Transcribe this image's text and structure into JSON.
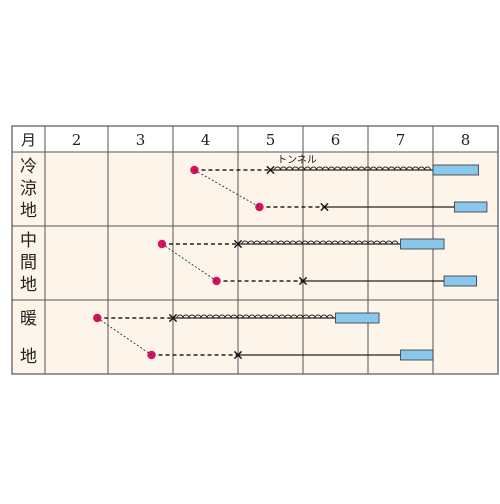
{
  "header": {
    "corner_label": "月",
    "months": [
      "2",
      "3",
      "4",
      "5",
      "6",
      "7",
      "8"
    ]
  },
  "regions": [
    {
      "name_chars": [
        "冷",
        "涼",
        "地"
      ]
    },
    {
      "name_chars": [
        "中",
        "間",
        "地"
      ]
    },
    {
      "name_chars": [
        "暖",
        "地"
      ]
    }
  ],
  "annotation": {
    "label": "トンネル"
  },
  "legend_colors": {
    "sow_dot": "#d4145a",
    "harvest_bar": "#89c8ec",
    "cell_bg": "#fdf4ea",
    "header_bg": "#ffffff",
    "grid": "#555555"
  },
  "schedules": [
    {
      "region": 0,
      "sow": 4.33,
      "plant": 5.5,
      "tunnel_until": 8.0,
      "harvest": [
        8.0,
        8.7
      ]
    },
    {
      "region": 0,
      "sow": 5.33,
      "plant": 6.33,
      "tunnel_until": null,
      "harvest": [
        8.33,
        8.83
      ]
    },
    {
      "region": 1,
      "sow": 3.83,
      "plant": 5.0,
      "tunnel_until": 7.5,
      "harvest": [
        7.5,
        8.17
      ]
    },
    {
      "region": 1,
      "sow": 4.67,
      "plant": 6.0,
      "tunnel_until": null,
      "harvest": [
        8.17,
        8.67
      ]
    },
    {
      "region": 2,
      "sow": 2.83,
      "plant": 4.0,
      "tunnel_until": 6.5,
      "harvest": [
        6.5,
        7.17
      ]
    },
    {
      "region": 2,
      "sow": 3.67,
      "plant": 5.0,
      "tunnel_until": null,
      "harvest": [
        7.5,
        8.0
      ]
    }
  ]
}
